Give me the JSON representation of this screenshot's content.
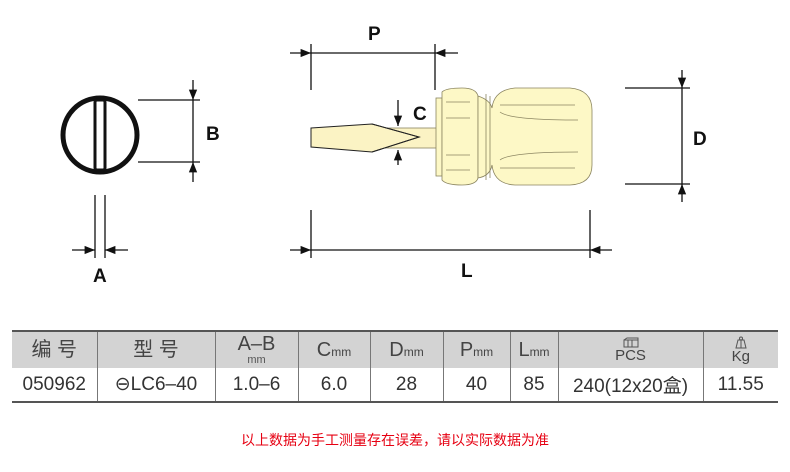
{
  "diagram": {
    "labels": {
      "A": "A",
      "B": "B",
      "C": "C",
      "D": "D",
      "P": "P",
      "L": "L"
    },
    "colors": {
      "handle": "#fdf8c6",
      "blade": "#fbf3c4",
      "line": "#111111"
    }
  },
  "table": {
    "headers": {
      "code": "编 号",
      "model": "型 号",
      "ab": "A–B",
      "ab_unit": "mm",
      "c": "C",
      "c_unit": "mm",
      "d": "D",
      "d_unit": "mm",
      "p": "P",
      "p_unit": "mm",
      "l": "L",
      "l_unit": "mm",
      "pcs": "PCS",
      "pcs_icon": "box-icon",
      "kg": "Kg",
      "kg_icon": "weight-icon"
    },
    "row": {
      "code": "050962",
      "model_icon": "slotted-icon",
      "model": "LC6–40",
      "ab": "1.0–6",
      "c": "6.0",
      "d": "28",
      "p": "40",
      "l": "85",
      "pcs": "240(12x20盒)",
      "kg": "11.55"
    }
  },
  "note": "以上数据为手工测量存在误差，请以实际数据为准"
}
